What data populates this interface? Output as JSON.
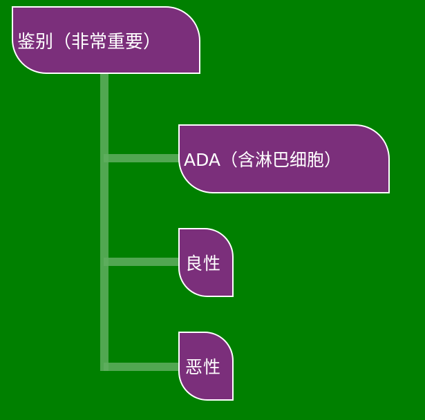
{
  "diagram": {
    "root": {
      "label": "鉴别（非常重要）"
    },
    "children": [
      {
        "label": "ADA（含淋巴细胞）"
      },
      {
        "label": "良性"
      },
      {
        "label": "恶性"
      }
    ]
  },
  "colors": {
    "background": "#008000",
    "node_fill": "#7b2f7b",
    "node_border": "#ffffff",
    "connector": "#5fae5f",
    "text": "#ffffff"
  }
}
